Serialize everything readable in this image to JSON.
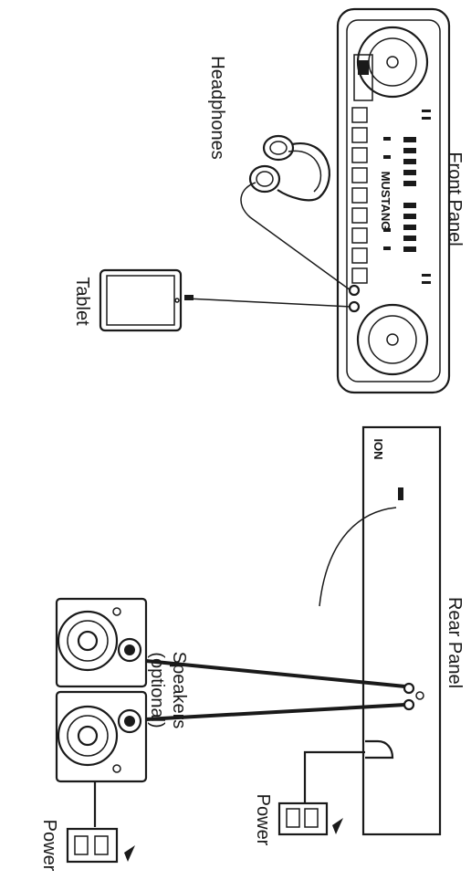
{
  "front_panel": {
    "label": "Front Panel",
    "brand": "MUSTANG"
  },
  "rear_panel": {
    "label": "Rear Panel",
    "brand": "ION"
  },
  "devices": {
    "headphones": "Headphones",
    "tablet": "Tablet",
    "speakers_line1": "Speakers",
    "speakers_line2": "(optional)",
    "power_top": "Power",
    "power_bottom": "Power"
  },
  "colors": {
    "line": "#1a1a1a",
    "background": "#ffffff"
  }
}
